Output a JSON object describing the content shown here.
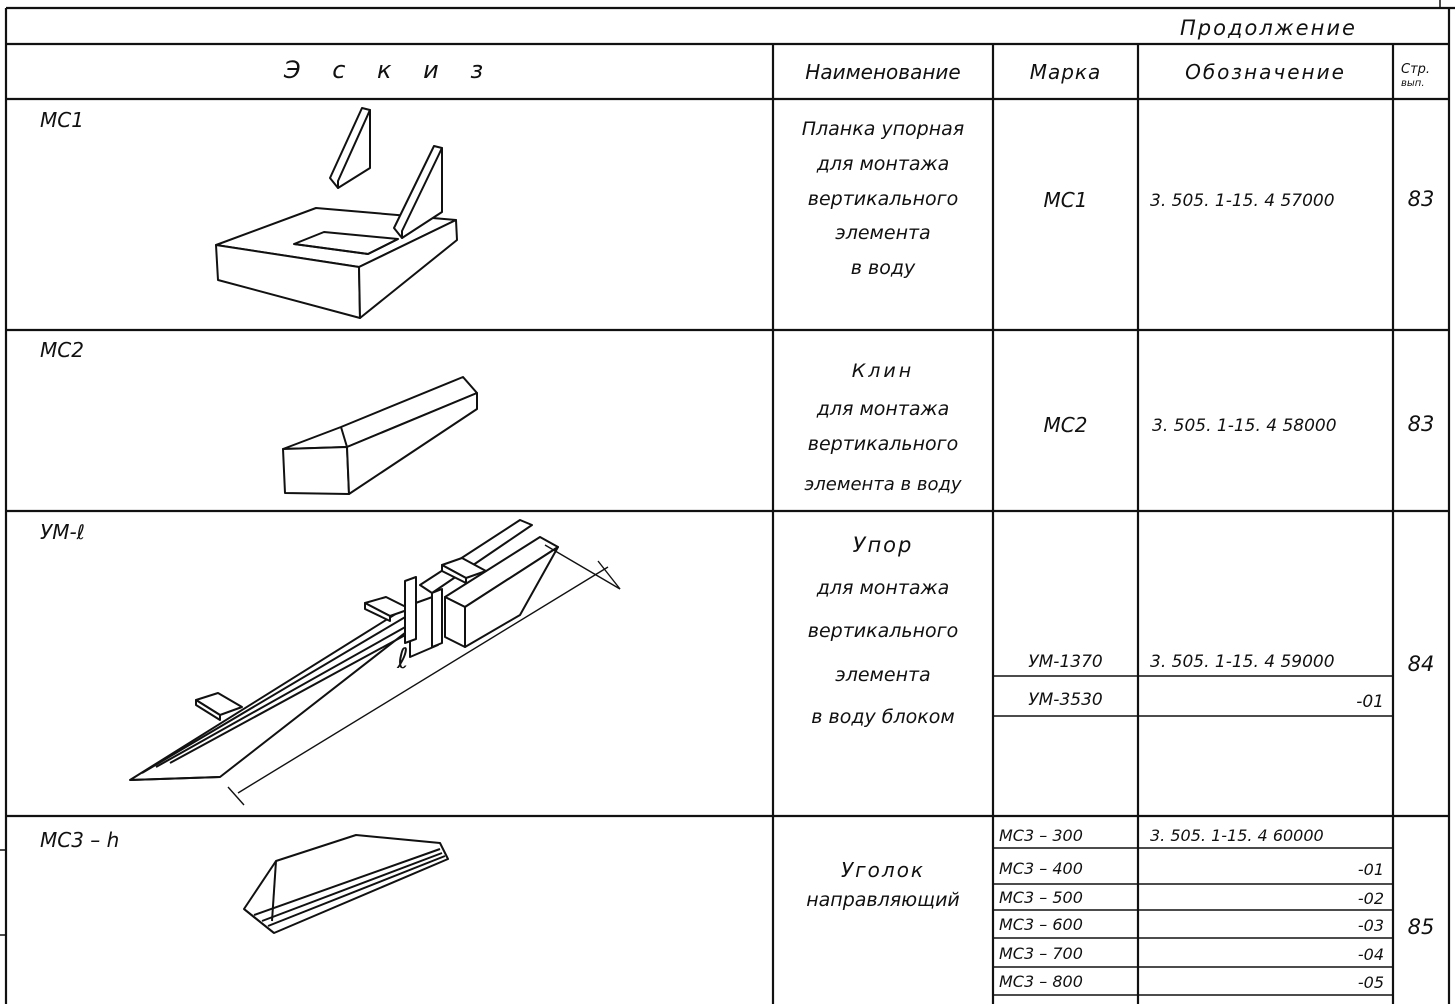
{
  "page": {
    "continuation": "Продолжение"
  },
  "header": {
    "sketch": "Э с к и з",
    "name": "Наименование",
    "mark": "Марка",
    "designation": "Обозначение",
    "page_line1": "Стр.",
    "page_line2": "вып."
  },
  "rows": [
    {
      "sketch_label": "МС1",
      "name_lines": [
        "Планка упорная",
        "для монтажа",
        "вертикального",
        "элемента",
        "в воду"
      ],
      "mark": "МС1",
      "designation": "3. 505. 1-15. 4    57000",
      "page": "83"
    },
    {
      "sketch_label": "МС2",
      "name_lines": [
        "Клин",
        "для монтажа",
        "вертикального",
        "элемента в воду"
      ],
      "mark": "МС2",
      "designation": "3. 505. 1-15. 4 58000",
      "page": "83"
    },
    {
      "sketch_label": "УМ-ℓ",
      "dimension_label": "ℓ",
      "name_lines": [
        "Упор",
        "для монтажа",
        "вертикального",
        "элемента",
        "в воду блоком"
      ],
      "marks": [
        "УМ-1370",
        "УМ-3530"
      ],
      "designations": [
        "3. 505. 1-15. 4  59000",
        "-01"
      ],
      "page": "84"
    },
    {
      "sketch_label": "МС3 – h",
      "name_lines": [
        "Уголок",
        "направляющий"
      ],
      "marks": [
        "МС3 – 300",
        "МС3 – 400",
        "МС3 – 500",
        "МС3 – 600",
        "МС3 – 700",
        "МС3 – 800"
      ],
      "designations": [
        "3. 505. 1-15. 4 60000",
        "-01",
        "-02",
        "-03",
        "-04",
        "-05"
      ],
      "page": "85"
    }
  ]
}
